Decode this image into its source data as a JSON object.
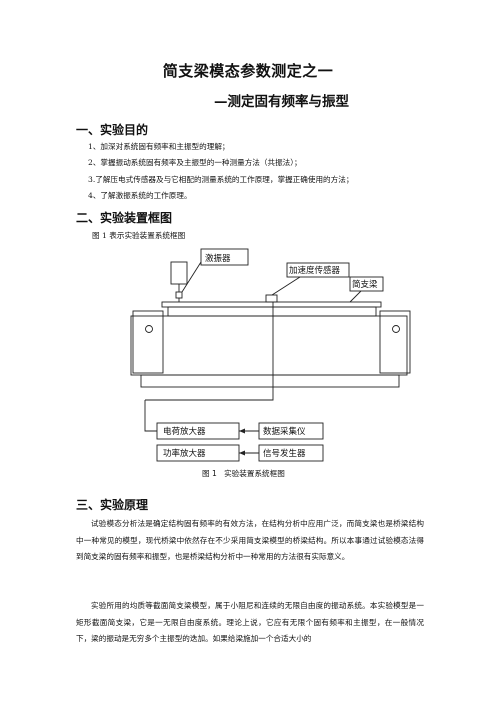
{
  "doc": {
    "title": "简支梁模态参数测定之一",
    "subtitle": "—测定固有频率与振型"
  },
  "section1": {
    "heading": "一、实验目的",
    "items": [
      "1、加深对系统固有频率和主振型的理解；",
      "2、掌握振动系统固有频率及主振型的一种测量方法（共振法）；",
      "3.了解压电式传感器及与它相配的测量系统的工作原理，掌握正确使用的方法；",
      "4、了解激振系统的工作原理。"
    ]
  },
  "section2": {
    "heading": "二、实验装置框图",
    "intro": "图 1 表示实验装置系统框图",
    "diagram_labels": {
      "exciter": "激振器",
      "accelerometer": "加速度传感器",
      "beam": "简支梁",
      "charge_amp": "电荷放大器",
      "daq": "数据采集仪",
      "power_amp": "功率放大器",
      "signal_gen": "信号发生器"
    },
    "caption_fig": "图 1",
    "caption_text": "实验装置系统框图"
  },
  "section3": {
    "heading": "三、实验原理",
    "paragraphs": [
      "试验模态分析法是确定结构固有频率的有效方法，在结构分析中应用广泛，而简支梁也是桥梁结构中一种常见的模型，现代桥梁中依然存在不少采用简支梁模型的桥梁结构。所以本事通过试验模态法得到简支梁的固有频率和振型，也是桥梁结构分析中一种常用的方法很有实际意义。",
      "实验所用的均质等截面简支梁模型，属于小阻尼和连续的无限自由度的振动系统。本实验模型是一矩形截面简支梁，它是一无限自由度系统。理论上说，它应有无限个固有频率和主振型，在一般情况下，梁的振动是无穷多个主振型的迭加。如果给梁施加一个合适大小的"
    ]
  }
}
